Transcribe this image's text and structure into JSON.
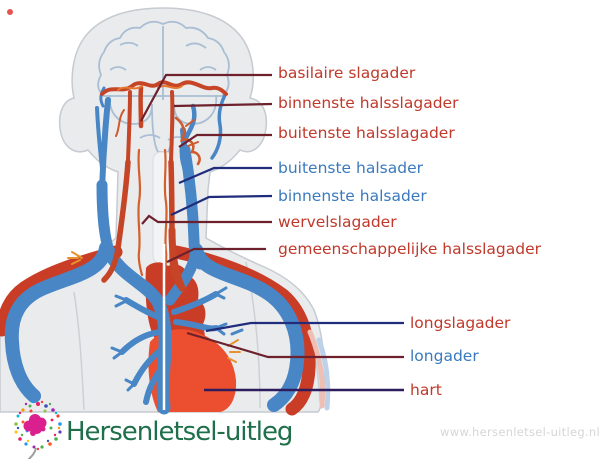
{
  "labels": {
    "items": [
      {
        "text": "basilaire slagader",
        "kind": "artery"
      },
      {
        "text": "binnenste halsslagader",
        "kind": "artery"
      },
      {
        "text": "buitenste halsslagader",
        "kind": "artery"
      },
      {
        "text": "buitenste halsader",
        "kind": "vein"
      },
      {
        "text": "binnenste halsader",
        "kind": "vein"
      },
      {
        "text": "wervelslagader",
        "kind": "artery"
      },
      {
        "text": "gemeenschappelijke halsslagader",
        "kind": "artery"
      },
      {
        "text": "longslagader",
        "kind": "artery"
      },
      {
        "text": "longader",
        "kind": "vein"
      },
      {
        "text": "hart",
        "kind": "artery"
      }
    ]
  },
  "footer": {
    "brand": "Hersenletsel-uitleg",
    "website": "www.hersenletsel-uitleg.nl"
  },
  "colors": {
    "artery_label": "#c0392b",
    "vein_label": "#3a7abd",
    "leader_artery": "#6e212c",
    "leader_vein": "#202c7c",
    "leader_heart": "#2e1d5e",
    "artery_vessel": "#c64527",
    "vein_vessel": "#4886c6",
    "heart_fill": "#ec4f2f",
    "body_fill": "#e9ebed",
    "brain_outline": "#a9bed3",
    "brand_text": "#1f6f4a",
    "website_text": "#d6d6d6",
    "logo_accent": "#db1f8e"
  }
}
